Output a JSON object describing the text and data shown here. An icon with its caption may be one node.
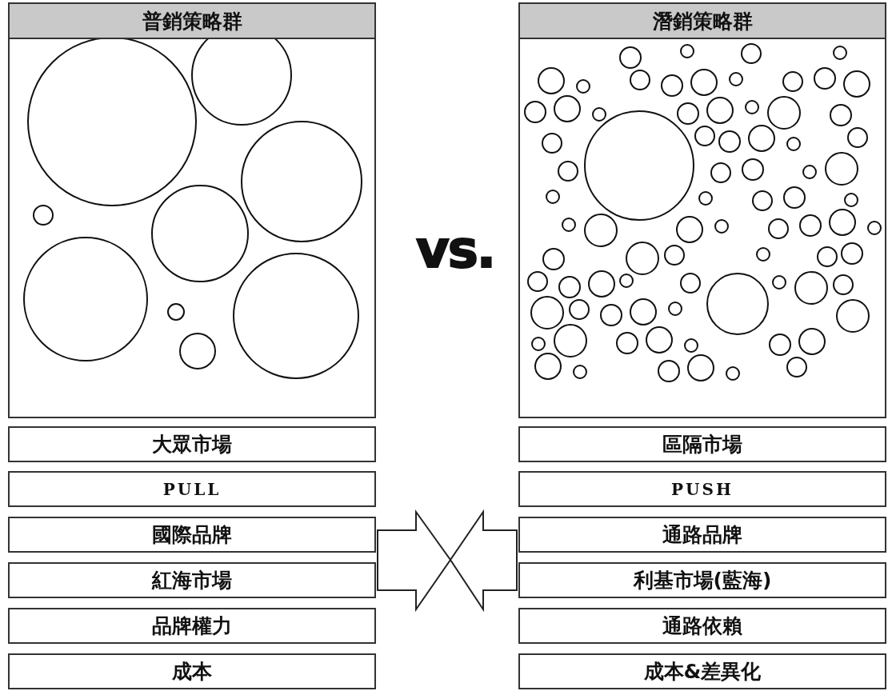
{
  "diagram": {
    "nodes": [
      {
        "text": [
          "普銷策略群"
        ]
      },
      {
        "text": [
          "大眾市場"
        ]
      },
      {
        "text": [
          "PULL"
        ]
      },
      {
        "text": [
          "國際品牌"
        ]
      },
      {
        "text": [
          "紅海市場"
        ]
      },
      {
        "text": [
          "品牌權力"
        ]
      },
      {
        "text": [
          "成本"
        ]
      },
      {
        "text": [
          "潛銷策略群"
        ]
      },
      {
        "text": [
          "區隔市場"
        ]
      },
      {
        "text": [
          "PUSH"
        ]
      },
      {
        "text": [
          "通路品牌"
        ]
      },
      {
        "text": [
          "利基市場(藍海)"
        ]
      },
      {
        "text": [
          "通路依賴"
        ]
      },
      {
        "text": [
          "成本&差異化"
        ]
      }
    ],
    "edges": [
      {
        "from": 3,
        "to": null,
        "arrow": "to"
      },
      {
        "from": 10,
        "to": null,
        "arrow": "to"
      }
    ],
    "labels": [
      "vs."
    ]
  }
}
